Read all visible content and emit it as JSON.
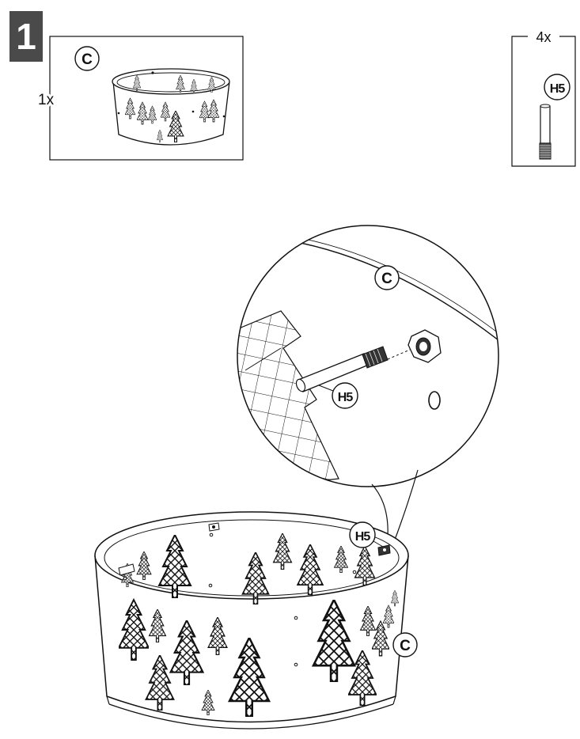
{
  "step": {
    "number": "1"
  },
  "parts": [
    {
      "id": "C",
      "quantity": "1x"
    },
    {
      "id": "H5",
      "quantity": "4x"
    }
  ],
  "callouts": {
    "zoom_part_c": "C",
    "zoom_part_h5": "H5",
    "assembly_part_h5": "H5",
    "assembly_part_c": "C"
  },
  "colors": {
    "ink": "#111111",
    "badge": "#4a4a4a",
    "badge_text": "#ffffff",
    "paper": "#ffffff"
  },
  "icons": [
    "fire-pit-bowl-icon",
    "threaded-rod-icon",
    "hex-nut-icon",
    "tree-cutout-icon"
  ]
}
